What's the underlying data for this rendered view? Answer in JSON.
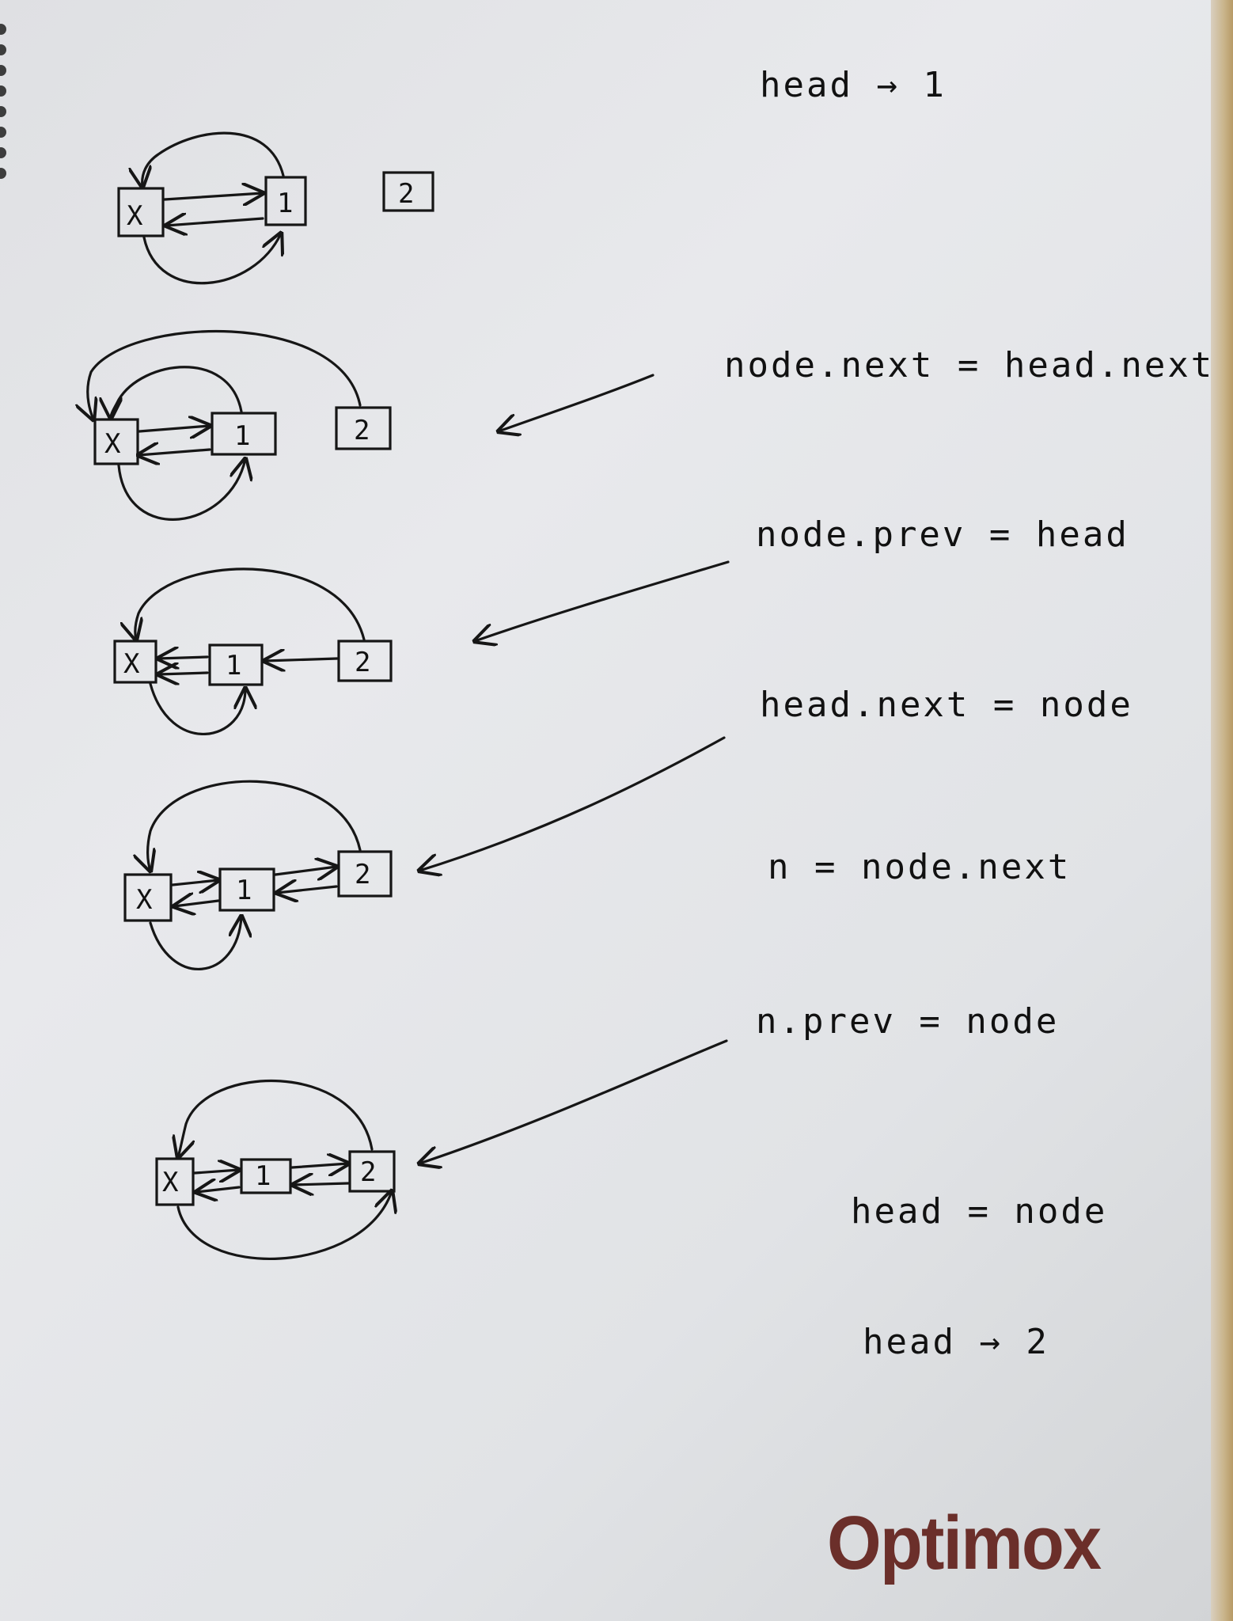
{
  "notes": [
    {
      "id": "note-head-1",
      "text": "head → 1"
    },
    {
      "id": "note-step-1",
      "text": "node.next = head.next"
    },
    {
      "id": "note-step-2",
      "text": "node.prev = head"
    },
    {
      "id": "note-step-3",
      "text": "head.next = node"
    },
    {
      "id": "note-step-4",
      "text": "n = node.next"
    },
    {
      "id": "note-step-5",
      "text": "n.prev = node"
    },
    {
      "id": "note-head-assign",
      "text": "head = node"
    },
    {
      "id": "note-head-2",
      "text": "head → 2"
    }
  ],
  "nodes": {
    "sentinel": "X",
    "first": "1",
    "second": "2"
  },
  "brand": "Optimox"
}
